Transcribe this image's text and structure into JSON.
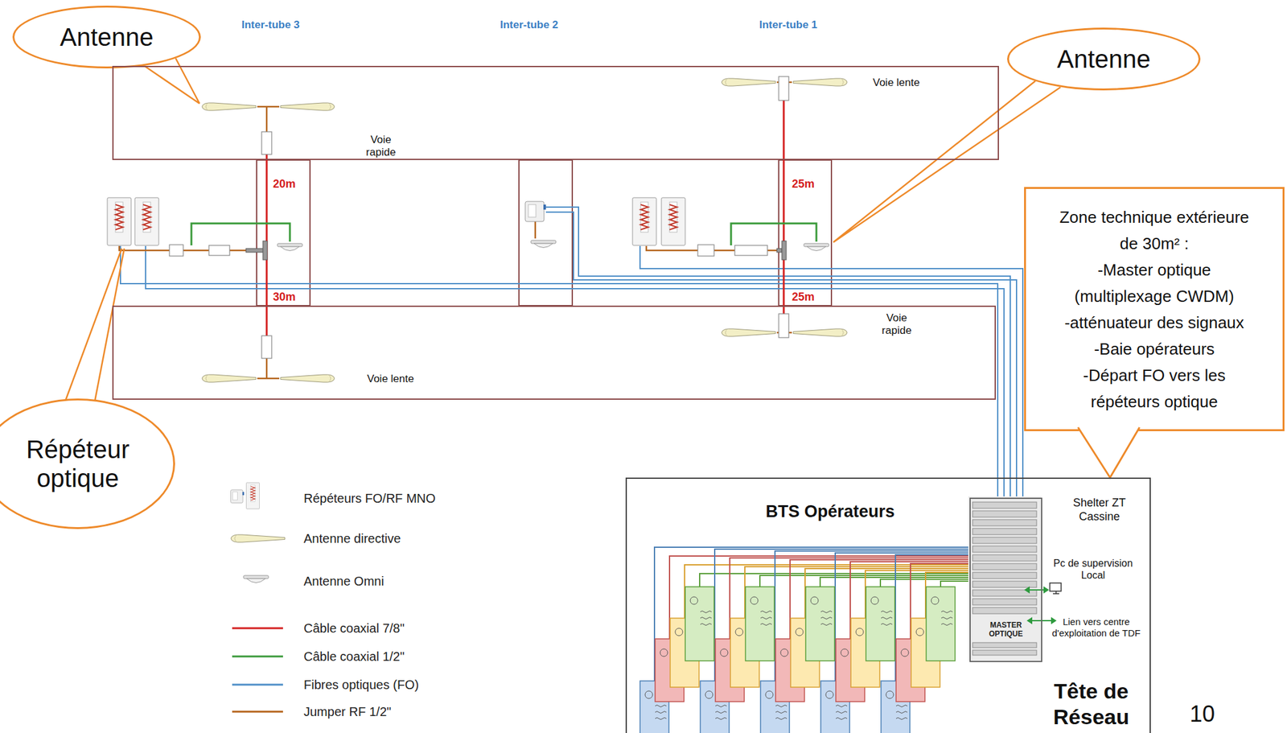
{
  "diagram": {
    "nodes": [
      {
        "text": [
          "Antenne"
        ]
      },
      {
        "text": [
          "Antenne"
        ]
      },
      {
        "text": [
          "Voie rapide",
          "Voie lente"
        ]
      },
      {
        "text": [
          "Zone technique extérieure de 30m² :",
          "-Master optique (multiplexage CWDM)",
          "-atténuateur des signaux",
          "-Baie opérateurs",
          "-Départ FO vers les répéteurs optique"
        ]
      },
      {
        "text": [
          "Voie rapide",
          "Voie lente"
        ]
      },
      {
        "text": [
          "Répéteur optique"
        ]
      },
      {
        "text": [
          "BTS Opérateurs",
          "Shelter ZT Cassine",
          "Pc de supervision Local",
          "Lien vers centre d'exploitation de TDF",
          "Tête de Réseau"
        ]
      },
      {
        "text": [
          "MASTER OPTIQUE"
        ],
        "in": 6
      }
    ],
    "labels": [
      "Inter-tube 3",
      "Inter-tube 2",
      "Inter-tube 1",
      "20m",
      "25m",
      "30m",
      "25m",
      "10"
    ],
    "legend": [
      {
        "text": "Répéteurs FO/RF MNO"
      },
      {
        "text": "Antenne directive"
      },
      {
        "text": "Antenne Omni"
      },
      {
        "text": "Câble coaxial 7/8\""
      },
      {
        "text": "Câble coaxial 1/2\""
      },
      {
        "text": "Fibres optiques (FO)"
      },
      {
        "text": "Jumper RF 1/2\""
      }
    ]
  }
}
